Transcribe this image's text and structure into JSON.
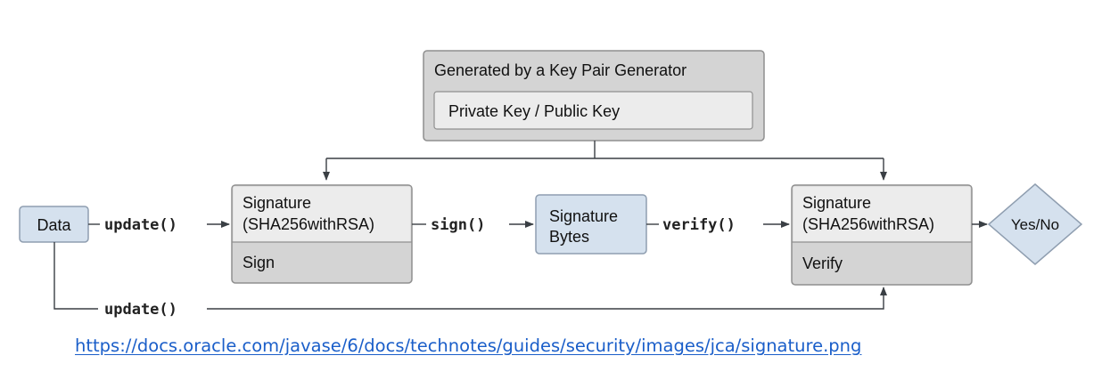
{
  "diagram": {
    "keygen": {
      "title": "Generated by a Key Pair Generator",
      "keys": "Private Key / Public Key"
    },
    "data_box": "Data",
    "sign_box": {
      "line1": "Signature",
      "line2": "(SHA256withRSA)",
      "action": "Sign"
    },
    "bytes_box": {
      "line1": "Signature",
      "line2": "Bytes"
    },
    "verify_box": {
      "line1": "Signature",
      "line2": "(SHA256withRSA)",
      "action": "Verify"
    },
    "result": "Yes/No",
    "calls": {
      "update": "update()",
      "sign": "sign()",
      "verify": "verify()",
      "update_bottom": "update()"
    }
  },
  "source_url": "https://docs.oracle.com/javase/6/docs/technotes/guides/security/images/jca/signature.png",
  "colors": {
    "outer_gray": "#d4d4d4",
    "inner_gray": "#ececec",
    "blue_box": "#d5e1ee",
    "line": "#3a3f44",
    "link": "#1a5ec9"
  }
}
